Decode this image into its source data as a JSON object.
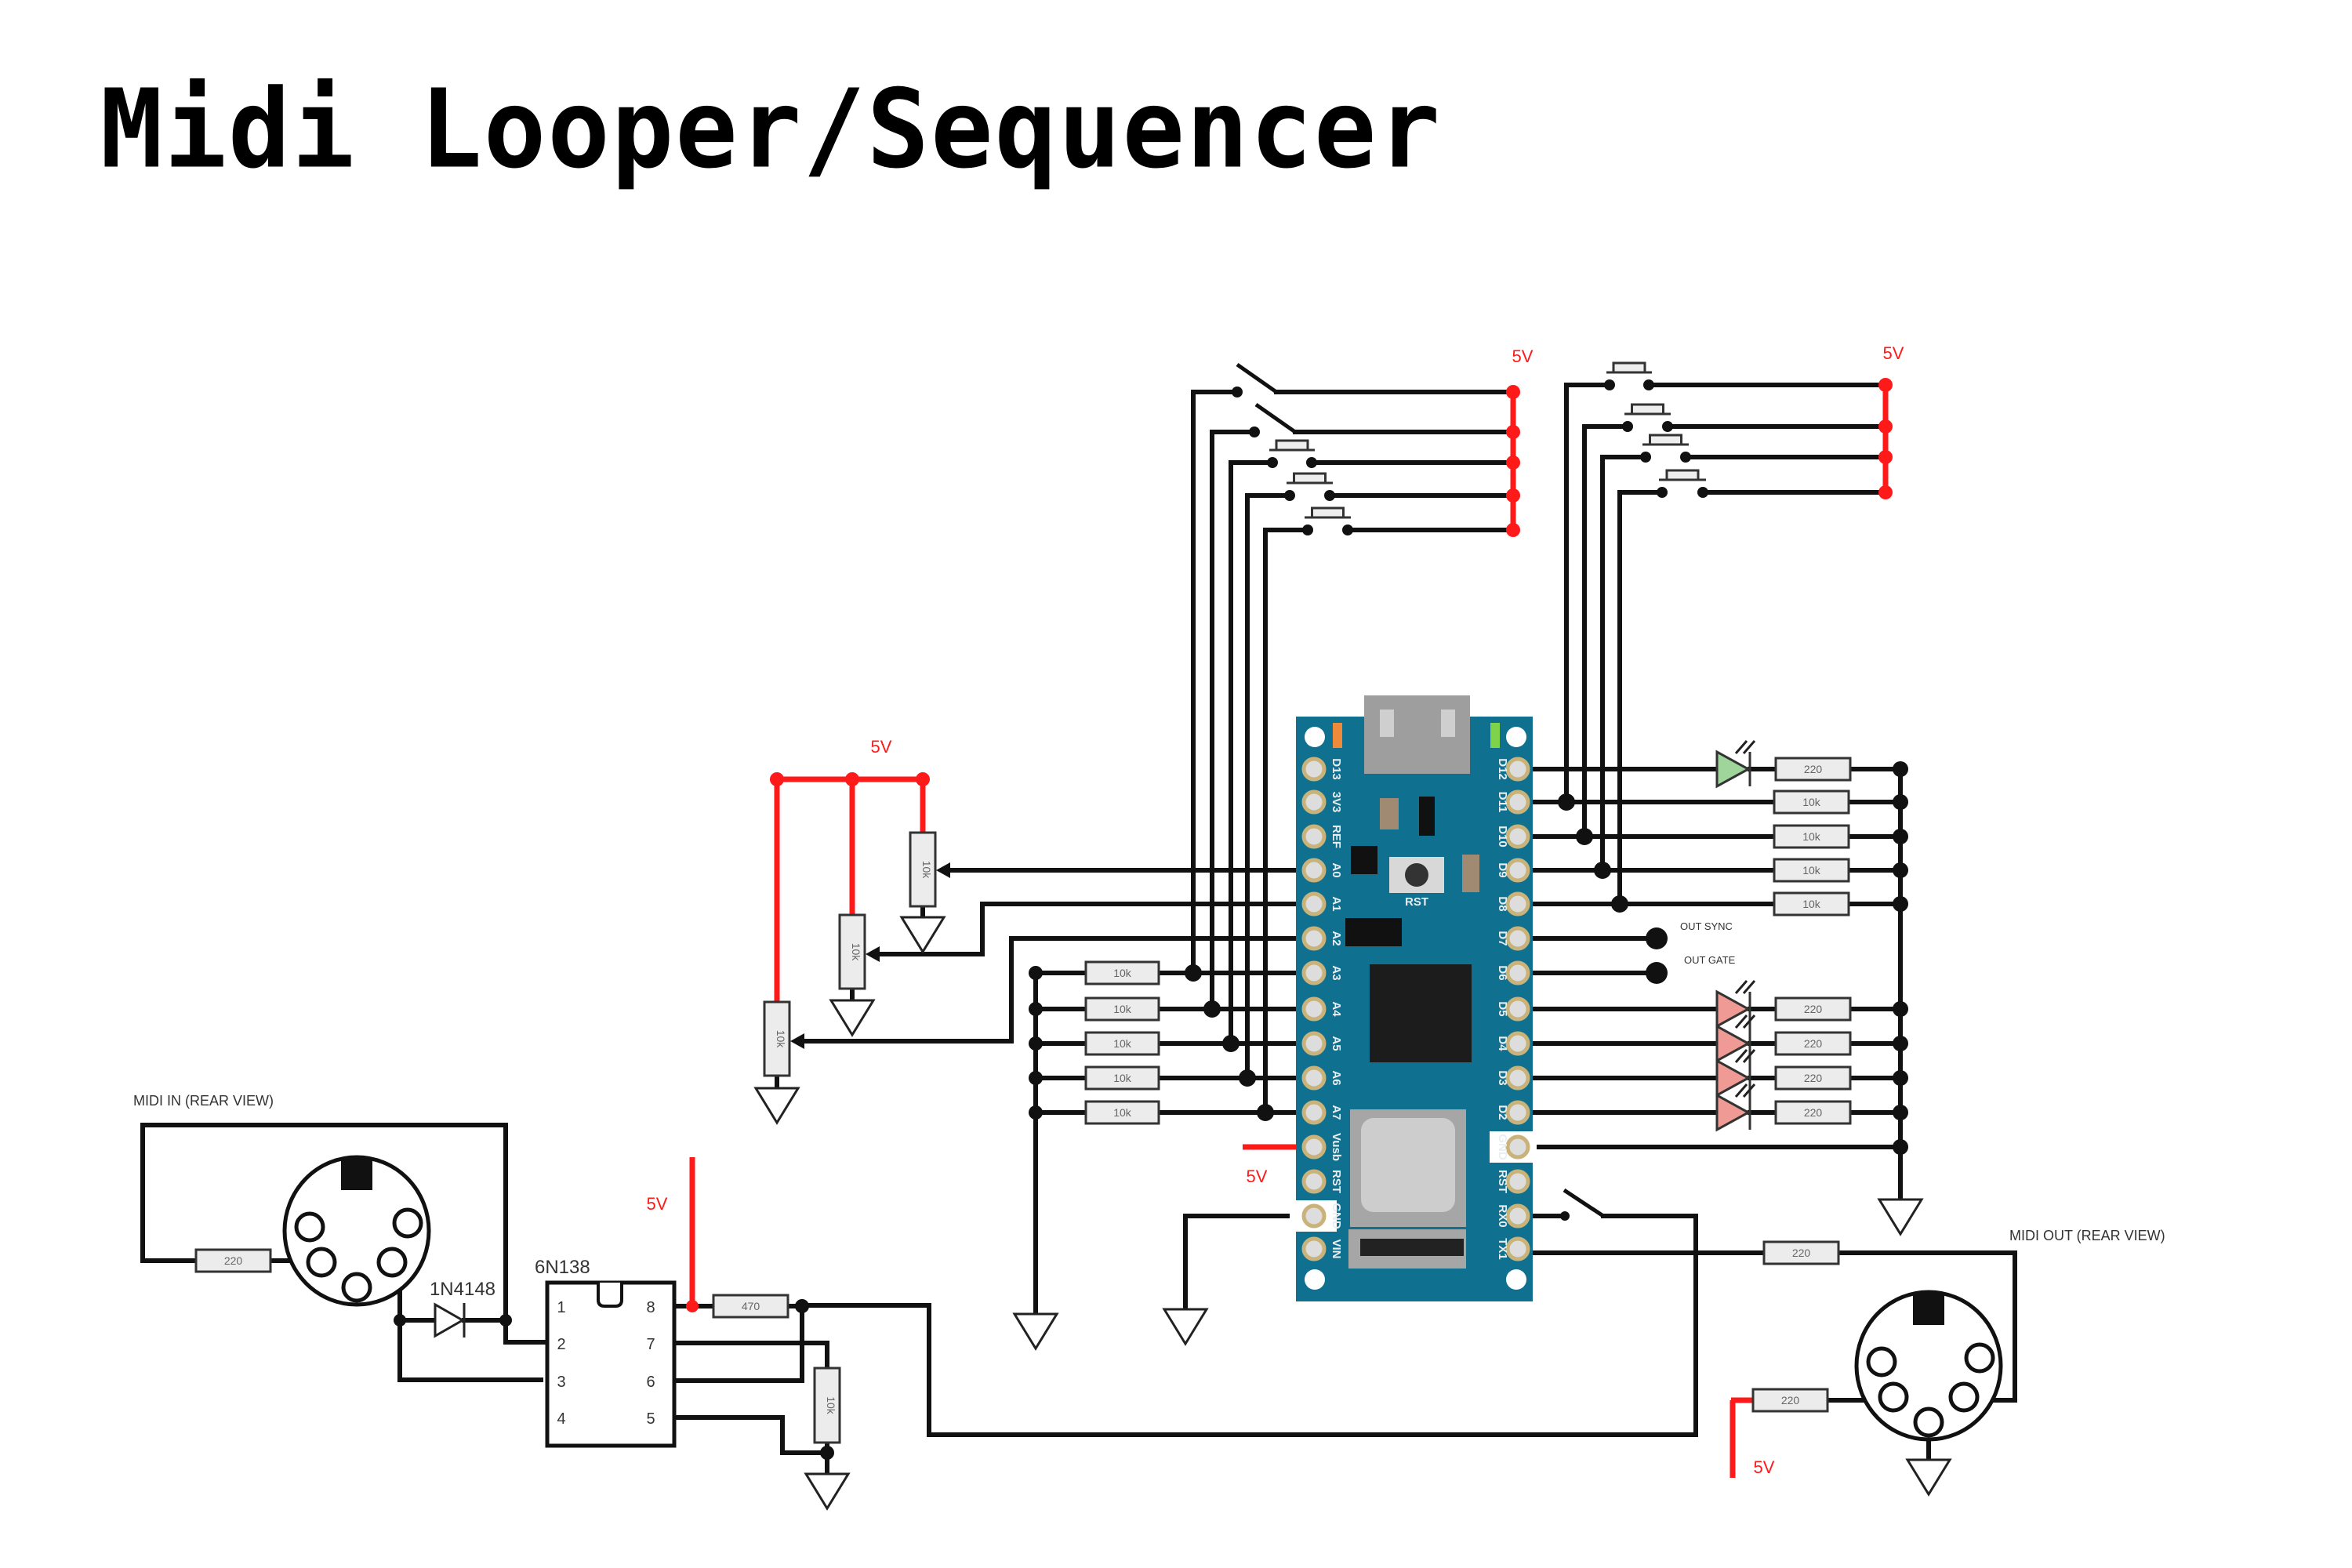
{
  "title": "Midi Looper/Sequencer",
  "labels": {
    "midi_in": "MIDI IN (REAR VIEW)",
    "midi_out": "MIDI OUT (REAR VIEW)",
    "diode": "1N4148",
    "optocoupler": "6N138",
    "out_sync": "OUT SYNC",
    "out_gate": "OUT GATE",
    "supply": "5V",
    "reset_button": "RST"
  },
  "optocoupler_pins": {
    "left": [
      "1",
      "2",
      "3",
      "4"
    ],
    "right": [
      "8",
      "7",
      "6",
      "5"
    ]
  },
  "board_pins": {
    "left": [
      "D13",
      "3V3",
      "REF",
      "A0",
      "A1",
      "A2",
      "A3",
      "A4",
      "A5",
      "A6",
      "A7",
      "Vusb",
      "RST",
      "GND",
      "VIN"
    ],
    "right": [
      "D12",
      "D11",
      "D10",
      "D9",
      "D8",
      "D7",
      "D6",
      "D5",
      "D4",
      "D3",
      "D2",
      "GND",
      "RST",
      "RX0",
      "TX1"
    ]
  },
  "resistors": {
    "midi_in": "220",
    "opto_pin8": "470",
    "opto_pullup": "10k",
    "pots": [
      "10k",
      "10k",
      "10k"
    ],
    "left_pulldowns": [
      "10k",
      "10k",
      "10k",
      "10k",
      "10k"
    ],
    "right_top": [
      "220",
      "10k",
      "10k",
      "10k",
      "10k"
    ],
    "right_leds": [
      "220",
      "220",
      "220",
      "220"
    ],
    "tx": "220",
    "midi_out_5v": "220"
  },
  "colors": {
    "wire": "#111111",
    "supply": "#ff1a1a",
    "board": "#10708f",
    "led_green": "#9fd49a",
    "led_red": "#ef9a94",
    "resistor_fill": "#ececec"
  }
}
